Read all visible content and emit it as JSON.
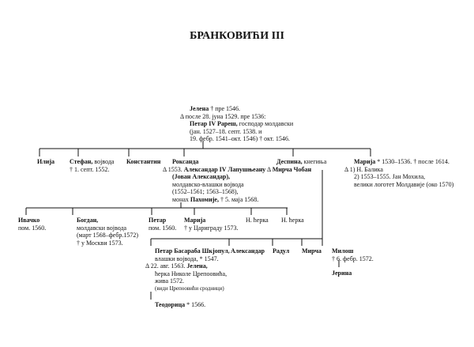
{
  "title": "БРАНКОВИЋИ III",
  "root": {
    "name": "Јелена",
    "note": "† пре 1546.",
    "marriage_symbol": "Δ",
    "marriage_date": "после 28. јуна 1529. пре 1536:",
    "spouse": "Петар IV Рареш,",
    "spouse_title": "господар молдавски",
    "reign_1": "(јан. 1527–18. септ. 1538. и",
    "reign_2": "19. фебр. 1541–окт. 1546) † окт. 1546."
  },
  "children": {
    "ilija": "Илија",
    "stefan": "Стефан,",
    "stefan_title": "војвода",
    "stefan_death": "† 1. септ. 1552.",
    "konstantin": "Константин",
    "roksanda": "Роксанда",
    "roksanda_marriage": "1553.",
    "roksanda_spouse": "Александар IV Лапушњеану",
    "roksanda_spouse_2": "(Јован Александар),",
    "roksanda_spouse_title": "молдавско-влашки војвода",
    "roksanda_spouse_reign": "(1552–1561; 1563–1568),",
    "roksanda_spouse_monk": "монах",
    "roksanda_spouse_monk_name": "Пахомије,",
    "roksanda_spouse_death": "† 5. маја 1568.",
    "despina": "Деспина,",
    "despina_title": "кнегиња",
    "despina_spouse": "Мирча Чобан",
    "marija": "Марија",
    "marija_note": "* 1530–1536. † после 1614.",
    "marija_spouse_1": "1) Н. Балика",
    "marija_spouse_2": "2) 1553–1555. Јан Мохила,",
    "marija_spouse_2_title": "велики логотет Молдавије (око 1570)"
  },
  "roksanda_children": {
    "ivacko": "Ивачко",
    "ivacko_note": "пом. 1560.",
    "bogdan": "Богдан,",
    "bogdan_title": "молдавски војвода",
    "bogdan_reign": "(март 1568–фебр.1572)",
    "bogdan_death": "† у Москви 1573.",
    "petar": "Петар",
    "petar_note": "пом. 1560.",
    "marija": "Марија",
    "marija_note": "† у Цариграду 1573.",
    "daughter_1": "Н. ћерка",
    "daughter_2": "Н. ћерка"
  },
  "despina_children": {
    "petar": "Петар Басараба Шкјопул,",
    "petar_title": "влашки војвода, * 1547.",
    "petar_marriage": "22. авг. 1563.",
    "petar_spouse": "Јелена,",
    "petar_spouse_2": "ћерка Николе Црепоовића,",
    "petar_spouse_3": "жива 1572.",
    "petar_ref": "(види Црепоовићи сродници)",
    "aleksandar": "Александар",
    "radul": "Радул",
    "mirca": "Мирча",
    "milos": "Милош",
    "milos_death": "† 6. фебр. 1572.",
    "jerina": "Јерина",
    "teodorica": "Теодорица",
    "teodorica_note": "* 1566."
  }
}
